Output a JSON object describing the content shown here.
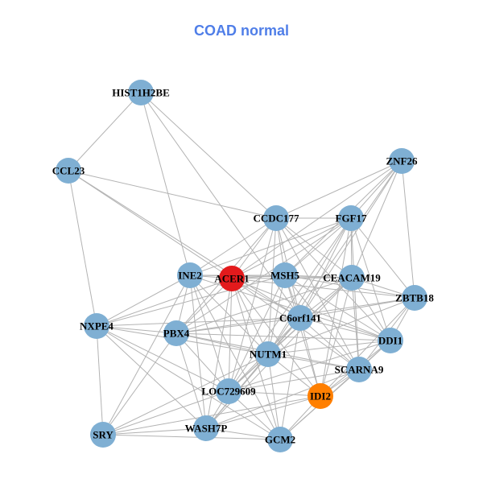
{
  "title": "COAD normal",
  "colors": {
    "title": "#4f7ee8",
    "default_node": "#7fafd3",
    "edge": "#b3b3b3",
    "highlight_red": "#e31a1c",
    "highlight_orange": "#ff7f00"
  },
  "nodes": [
    {
      "id": "HIST1H2BE",
      "label": "HIST1H2BE",
      "color": "default"
    },
    {
      "id": "CCL23",
      "label": "CCL23",
      "color": "default"
    },
    {
      "id": "ZNF26",
      "label": "ZNF26",
      "color": "default"
    },
    {
      "id": "CCDC177",
      "label": "CCDC177",
      "color": "default"
    },
    {
      "id": "FGF17",
      "label": "FGF17",
      "color": "default"
    },
    {
      "id": "INE2",
      "label": "INE2",
      "color": "default"
    },
    {
      "id": "ACER1",
      "label": "ACER1",
      "color": "highlight_red"
    },
    {
      "id": "MSH5",
      "label": "MSH5",
      "color": "default"
    },
    {
      "id": "CEACAM19",
      "label": "CEACAM19",
      "color": "default"
    },
    {
      "id": "ZBTB18",
      "label": "ZBTB18",
      "color": "default"
    },
    {
      "id": "C6orf141",
      "label": "C6orf141",
      "color": "default"
    },
    {
      "id": "NXPE4",
      "label": "NXPE4",
      "color": "default"
    },
    {
      "id": "PBX4",
      "label": "PBX4",
      "color": "default"
    },
    {
      "id": "DDI1",
      "label": "DDI1",
      "color": "default"
    },
    {
      "id": "NUTM1",
      "label": "NUTM1",
      "color": "default"
    },
    {
      "id": "SCARNA9",
      "label": "SCARNA9",
      "color": "default"
    },
    {
      "id": "LOC729609",
      "label": "LOC729609",
      "color": "default"
    },
    {
      "id": "IDI2",
      "label": "IDI2",
      "color": "highlight_orange"
    },
    {
      "id": "SRY",
      "label": "SRY",
      "color": "default"
    },
    {
      "id": "WASH7P",
      "label": "WASH7P",
      "color": "default"
    },
    {
      "id": "GCM2",
      "label": "GCM2",
      "color": "default"
    }
  ],
  "edges": [
    [
      "HIST1H2BE",
      "CCL23"
    ],
    [
      "HIST1H2BE",
      "CCDC177"
    ],
    [
      "HIST1H2BE",
      "INE2"
    ],
    [
      "HIST1H2BE",
      "C6orf141"
    ],
    [
      "CCL23",
      "CCDC177"
    ],
    [
      "CCL23",
      "NXPE4"
    ],
    [
      "CCL23",
      "C6orf141"
    ],
    [
      "CCL23",
      "ACER1"
    ],
    [
      "ZNF26",
      "CCDC177"
    ],
    [
      "ZNF26",
      "FGF17"
    ],
    [
      "ZNF26",
      "ZBTB18"
    ],
    [
      "ZNF26",
      "MSH5"
    ],
    [
      "ZNF26",
      "CEACAM19"
    ],
    [
      "ZNF26",
      "ACER1"
    ],
    [
      "ZNF26",
      "C6orf141"
    ],
    [
      "ZNF26",
      "NUTM1"
    ],
    [
      "CCDC177",
      "FGF17"
    ],
    [
      "CCDC177",
      "MSH5"
    ],
    [
      "CCDC177",
      "INE2"
    ],
    [
      "CCDC177",
      "ACER1"
    ],
    [
      "CCDC177",
      "CEACAM19"
    ],
    [
      "CCDC177",
      "C6orf141"
    ],
    [
      "CCDC177",
      "DDI1"
    ],
    [
      "CCDC177",
      "NUTM1"
    ],
    [
      "CCDC177",
      "SCARNA9"
    ],
    [
      "CCDC177",
      "PBX4"
    ],
    [
      "CCDC177",
      "LOC729609"
    ],
    [
      "FGF17",
      "MSH5"
    ],
    [
      "FGF17",
      "CEACAM19"
    ],
    [
      "FGF17",
      "ZBTB18"
    ],
    [
      "FGF17",
      "ACER1"
    ],
    [
      "FGF17",
      "INE2"
    ],
    [
      "FGF17",
      "C6orf141"
    ],
    [
      "FGF17",
      "DDI1"
    ],
    [
      "FGF17",
      "NUTM1"
    ],
    [
      "FGF17",
      "SCARNA9"
    ],
    [
      "FGF17",
      "PBX4"
    ],
    [
      "FGF17",
      "LOC729609"
    ],
    [
      "FGF17",
      "IDI2"
    ],
    [
      "INE2",
      "ACER1"
    ],
    [
      "INE2",
      "MSH5"
    ],
    [
      "INE2",
      "CEACAM19"
    ],
    [
      "INE2",
      "NXPE4"
    ],
    [
      "INE2",
      "PBX4"
    ],
    [
      "INE2",
      "NUTM1"
    ],
    [
      "INE2",
      "LOC729609"
    ],
    [
      "INE2",
      "SRY"
    ],
    [
      "INE2",
      "WASH7P"
    ],
    [
      "INE2",
      "DDI1"
    ],
    [
      "INE2",
      "GCM2"
    ],
    [
      "ACER1",
      "MSH5"
    ],
    [
      "ACER1",
      "CEACAM19"
    ],
    [
      "ACER1",
      "ZBTB18"
    ],
    [
      "ACER1",
      "C6orf141"
    ],
    [
      "ACER1",
      "NXPE4"
    ],
    [
      "ACER1",
      "PBX4"
    ],
    [
      "ACER1",
      "NUTM1"
    ],
    [
      "ACER1",
      "DDI1"
    ],
    [
      "ACER1",
      "SCARNA9"
    ],
    [
      "ACER1",
      "LOC729609"
    ],
    [
      "ACER1",
      "WASH7P"
    ],
    [
      "ACER1",
      "IDI2"
    ],
    [
      "ACER1",
      "GCM2"
    ],
    [
      "MSH5",
      "CEACAM19"
    ],
    [
      "MSH5",
      "ZBTB18"
    ],
    [
      "MSH5",
      "C6orf141"
    ],
    [
      "MSH5",
      "NUTM1"
    ],
    [
      "MSH5",
      "SCARNA9"
    ],
    [
      "MSH5",
      "LOC729609"
    ],
    [
      "MSH5",
      "IDI2"
    ],
    [
      "MSH5",
      "NXPE4"
    ],
    [
      "MSH5",
      "DDI1"
    ],
    [
      "CEACAM19",
      "ZBTB18"
    ],
    [
      "CEACAM19",
      "C6orf141"
    ],
    [
      "CEACAM19",
      "DDI1"
    ],
    [
      "CEACAM19",
      "SCARNA9"
    ],
    [
      "CEACAM19",
      "NUTM1"
    ],
    [
      "CEACAM19",
      "LOC729609"
    ],
    [
      "CEACAM19",
      "IDI2"
    ],
    [
      "CEACAM19",
      "PBX4"
    ],
    [
      "CEACAM19",
      "WASH7P"
    ],
    [
      "ZBTB18",
      "C6orf141"
    ],
    [
      "ZBTB18",
      "DDI1"
    ],
    [
      "ZBTB18",
      "SCARNA9"
    ],
    [
      "ZBTB18",
      "IDI2"
    ],
    [
      "ZBTB18",
      "NUTM1"
    ],
    [
      "ZBTB18",
      "PBX4"
    ],
    [
      "C6orf141",
      "NUTM1"
    ],
    [
      "C6orf141",
      "DDI1"
    ],
    [
      "C6orf141",
      "SCARNA9"
    ],
    [
      "C6orf141",
      "LOC729609"
    ],
    [
      "C6orf141",
      "IDI2"
    ],
    [
      "C6orf141",
      "PBX4"
    ],
    [
      "C6orf141",
      "WASH7P"
    ],
    [
      "C6orf141",
      "GCM2"
    ],
    [
      "C6orf141",
      "NXPE4"
    ],
    [
      "NXPE4",
      "PBX4"
    ],
    [
      "NXPE4",
      "SRY"
    ],
    [
      "NXPE4",
      "LOC729609"
    ],
    [
      "NXPE4",
      "NUTM1"
    ],
    [
      "NXPE4",
      "GCM2"
    ],
    [
      "NXPE4",
      "WASH7P"
    ],
    [
      "PBX4",
      "LOC729609"
    ],
    [
      "PBX4",
      "NUTM1"
    ],
    [
      "PBX4",
      "WASH7P"
    ],
    [
      "PBX4",
      "SRY"
    ],
    [
      "PBX4",
      "DDI1"
    ],
    [
      "PBX4",
      "SCARNA9"
    ],
    [
      "DDI1",
      "SCARNA9"
    ],
    [
      "DDI1",
      "NUTM1"
    ],
    [
      "DDI1",
      "IDI2"
    ],
    [
      "DDI1",
      "LOC729609"
    ],
    [
      "DDI1",
      "GCM2"
    ],
    [
      "NUTM1",
      "SCARNA9"
    ],
    [
      "NUTM1",
      "LOC729609"
    ],
    [
      "NUTM1",
      "IDI2"
    ],
    [
      "NUTM1",
      "WASH7P"
    ],
    [
      "NUTM1",
      "GCM2"
    ],
    [
      "NUTM1",
      "SRY"
    ],
    [
      "SCARNA9",
      "IDI2"
    ],
    [
      "SCARNA9",
      "LOC729609"
    ],
    [
      "SCARNA9",
      "WASH7P"
    ],
    [
      "SCARNA9",
      "GCM2"
    ],
    [
      "LOC729609",
      "IDI2"
    ],
    [
      "LOC729609",
      "WASH7P"
    ],
    [
      "LOC729609",
      "GCM2"
    ],
    [
      "LOC729609",
      "SRY"
    ],
    [
      "IDI2",
      "GCM2"
    ],
    [
      "IDI2",
      "WASH7P"
    ],
    [
      "IDI2",
      "SRY"
    ],
    [
      "SRY",
      "WASH7P"
    ],
    [
      "SRY",
      "GCM2"
    ],
    [
      "WASH7P",
      "GCM2"
    ]
  ]
}
